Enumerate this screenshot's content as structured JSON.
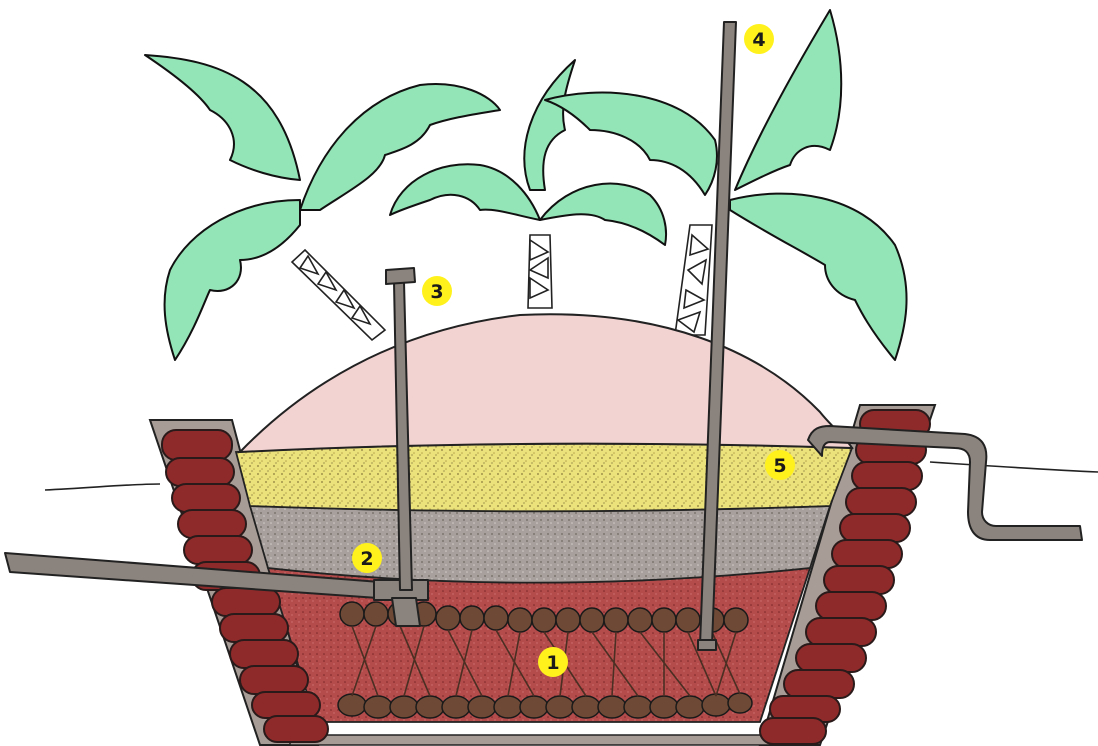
{
  "markers": [
    {
      "id": "1",
      "label": "1"
    },
    {
      "id": "2",
      "label": "2"
    },
    {
      "id": "3",
      "label": "3"
    },
    {
      "id": "4",
      "label": "4"
    },
    {
      "id": "5",
      "label": "5"
    }
  ],
  "colors": {
    "soil_mound": "#f3d2d2",
    "sand_layer": "#ece27c",
    "gravel_layer": "#a7a09c",
    "clay_layer": "#b44c4c",
    "bricks": "#8e2a2a",
    "brick_outline": "#2a1a1a",
    "pipe": "#8b837d",
    "wall_lining": "#a89c96",
    "leaves": "#93e4b6",
    "drain_logs": "#6e4a36",
    "marker": "#fff21c"
  },
  "icons": {
    "vent_pipe": "vertical-pipe-icon",
    "plant": "banana-plant-icon"
  }
}
